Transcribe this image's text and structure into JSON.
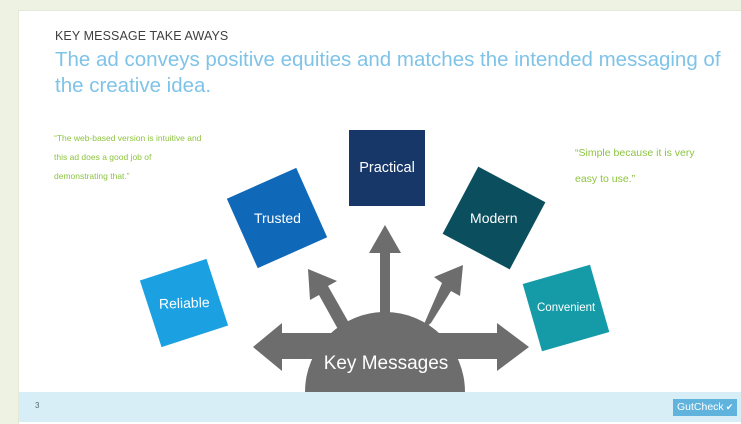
{
  "slide": {
    "kicker": "KEY MESSAGE TAKE AWAYS",
    "headline": "The ad conveys positive equities and matches the intended messaging of the creative idea.",
    "quote_left": "“The web-based version is intuitive and this ad does a good job of demonstrating that.”",
    "quote_right": "“Simple  because it is very easy to use.”",
    "hub_label": "Key Messages",
    "messages": [
      "Reliable",
      "Trusted",
      "Practical",
      "Modern",
      "Convenient"
    ],
    "page_number": "3",
    "logo_text": "GutCheck",
    "logo_icon": "checkmark-icon"
  },
  "colors": {
    "headline": "#7fc3e8",
    "quote": "#8dc43f",
    "reliable": "#1ba1e2",
    "trusted": "#0f68b8",
    "practical": "#173768",
    "modern": "#0b4e5e",
    "convenient": "#159ba7",
    "hub": "#6d6d6d",
    "footer": "#d7eef6"
  }
}
